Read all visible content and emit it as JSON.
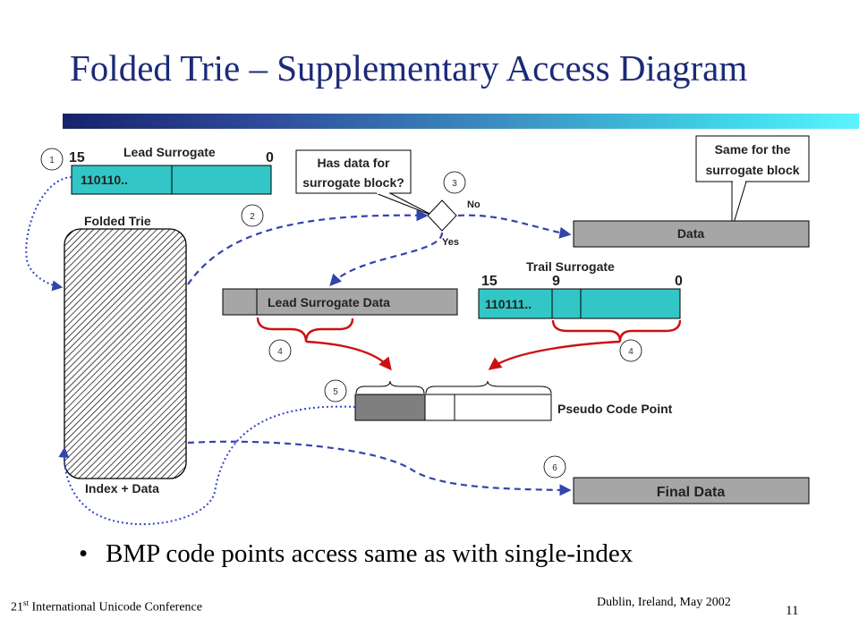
{
  "title": "Folded Trie – Supplementary Access Diagram",
  "lead": {
    "label": "Lead Surrogate",
    "bit_high": "15",
    "bit_low": "0",
    "value": "110110.."
  },
  "folded_trie": {
    "label": "Folded Trie",
    "bottom_label": "Index + Data"
  },
  "callout_question": "Has data for surrogate block?",
  "decision": {
    "no_label": "No",
    "yes_label": "Yes"
  },
  "callout_same": "Same for the surrogate block",
  "data_box": "Data",
  "trail": {
    "label": "Trail Surrogate",
    "bit_high": "15",
    "bit_mid": "9",
    "bit_low": "0",
    "value": "110111.."
  },
  "lead_data": "Lead Surrogate Data",
  "pseudo_code_point": "Pseudo Code Point",
  "final_data": "Final Data",
  "steps": [
    "1",
    "2",
    "3",
    "4",
    "4",
    "5",
    "6"
  ],
  "colors": {
    "title": "#1c2a78",
    "teal": "#33c6c6",
    "gray_box": "#a6a6a6",
    "dark_gray": "#7f7f7f",
    "blue_dashed": "#3344aa",
    "red_brace": "#cc1111"
  },
  "bullet": "BMP code points access same as with single-index",
  "footer": {
    "ordinal": "21",
    "ordinal_suffix": "st",
    "conference": "International Unicode Conference",
    "location": "Dublin, Ireland, May 2002"
  },
  "slide_number": "11"
}
